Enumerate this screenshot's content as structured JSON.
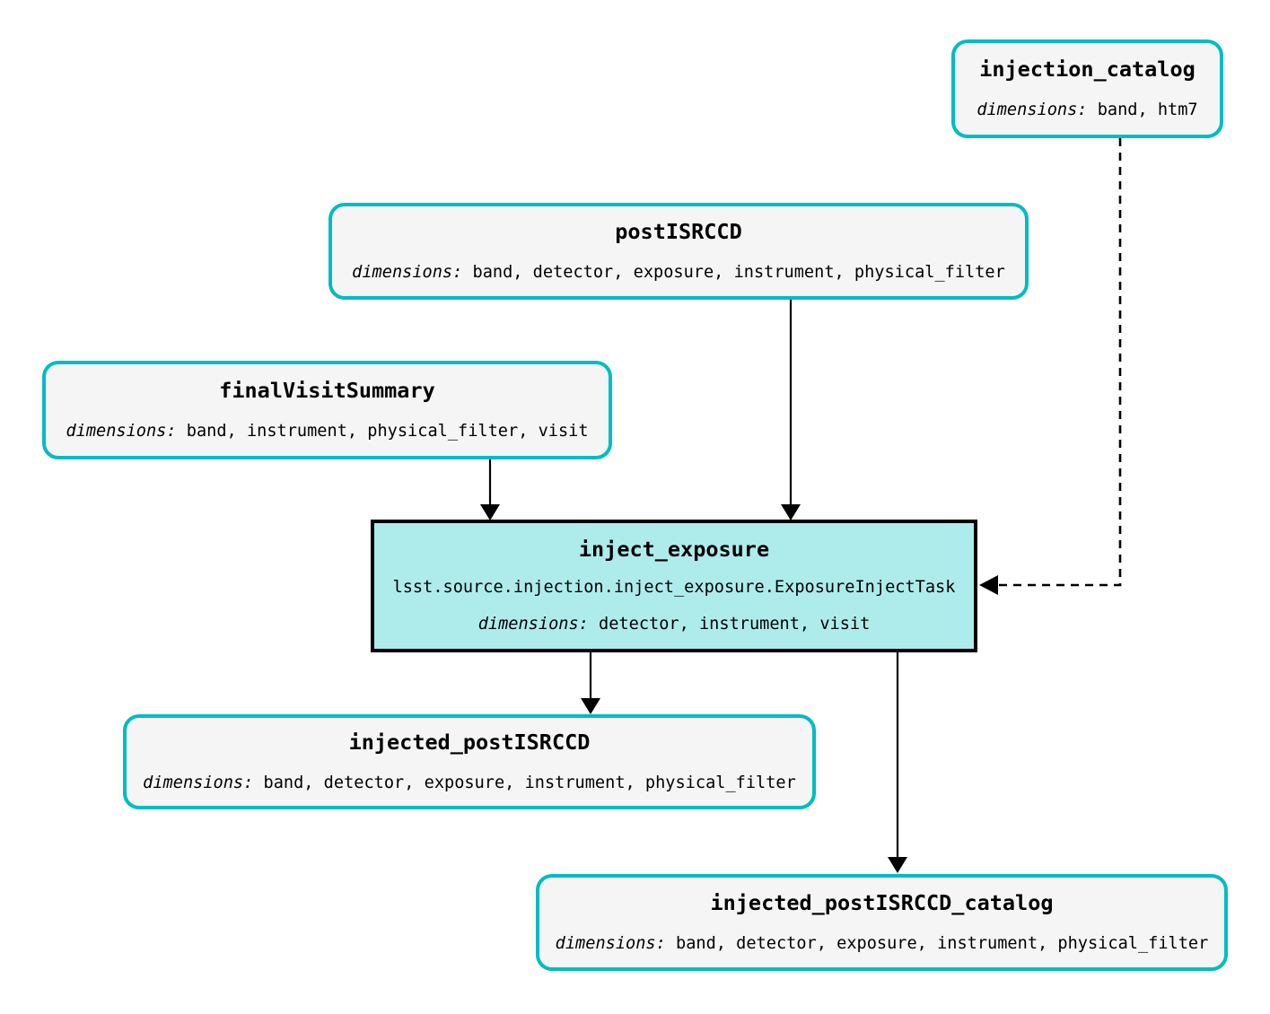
{
  "diagram": {
    "type": "pipeline-graph",
    "background_color": "#ffffff",
    "dataset_border_color": "#00bcc4",
    "dataset_fill_color": "#f5f5f5",
    "task_border_color": "#000000",
    "task_fill_color": "#aeecec",
    "edge_color": "#000000",
    "dimensions_label": "dimensions:"
  },
  "nodes": {
    "injection_catalog": {
      "title": "injection_catalog",
      "dims_label": "dimensions:",
      "dims": "band, htm7",
      "kind": "dataset"
    },
    "postISRCCD": {
      "title": "postISRCCD",
      "dims_label": "dimensions:",
      "dims": "band, detector, exposure, instrument, physical_filter",
      "kind": "dataset"
    },
    "finalVisitSummary": {
      "title": "finalVisitSummary",
      "dims_label": "dimensions:",
      "dims": "band, instrument, physical_filter, visit",
      "kind": "dataset"
    },
    "inject_exposure": {
      "title": "inject_exposure",
      "class_path": "lsst.source.injection.inject_exposure.ExposureInjectTask",
      "dims_label": "dimensions:",
      "dims": "detector, instrument, visit",
      "kind": "task"
    },
    "injected_postISRCCD": {
      "title": "injected_postISRCCD",
      "dims_label": "dimensions:",
      "dims": "band, detector, exposure, instrument, physical_filter",
      "kind": "dataset"
    },
    "injected_postISRCCD_catalog": {
      "title": "injected_postISRCCD_catalog",
      "dims_label": "dimensions:",
      "dims": "band, detector, exposure, instrument, physical_filter",
      "kind": "dataset"
    }
  },
  "edges": [
    {
      "from": "postISRCCD",
      "to": "inject_exposure",
      "style": "solid",
      "arrow": "down"
    },
    {
      "from": "finalVisitSummary",
      "to": "inject_exposure",
      "style": "solid",
      "arrow": "down"
    },
    {
      "from": "injection_catalog",
      "to": "inject_exposure",
      "style": "dashed",
      "arrow": "left"
    },
    {
      "from": "inject_exposure",
      "to": "injected_postISRCCD",
      "style": "solid",
      "arrow": "down"
    },
    {
      "from": "inject_exposure",
      "to": "injected_postISRCCD_catalog",
      "style": "solid",
      "arrow": "down"
    }
  ]
}
